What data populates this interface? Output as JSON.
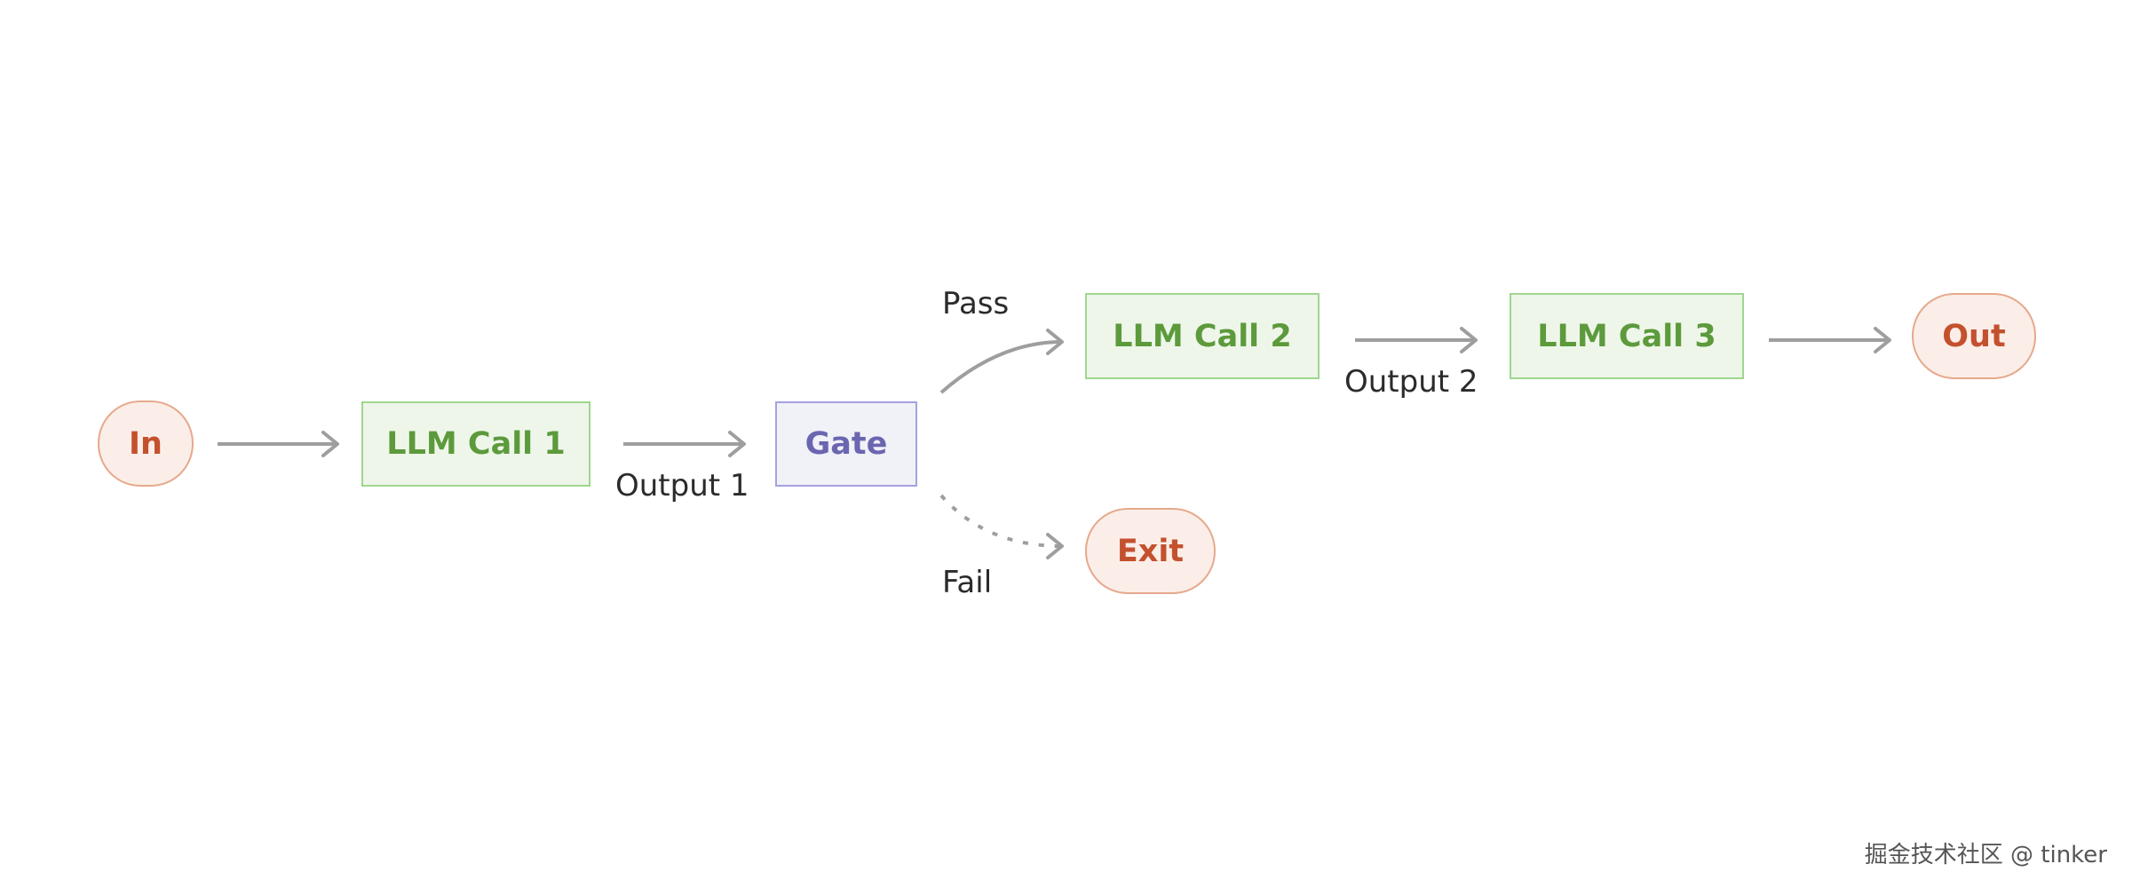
{
  "nodes": {
    "in": "In",
    "llm_call_1": "LLM Call 1",
    "gate": "Gate",
    "llm_call_2": "LLM Call 2",
    "llm_call_3": "LLM Call 3",
    "out": "Out",
    "exit": "Exit"
  },
  "edge_labels": {
    "output_1": "Output 1",
    "pass": "Pass",
    "fail": "Fail",
    "output_2": "Output 2"
  },
  "watermark": "掘金技术社区 @ tinker",
  "colors": {
    "terminal_fill": "#fbeee8",
    "terminal_border": "#e6a98c",
    "terminal_text": "#c4512e",
    "llm_fill": "#eef6e9",
    "llm_border": "#9fd68f",
    "llm_text": "#5c9a3c",
    "gate_fill": "#f1f1f8",
    "gate_border": "#a4a2e0",
    "gate_text": "#6b66b0",
    "arrow": "#9e9e9e"
  }
}
